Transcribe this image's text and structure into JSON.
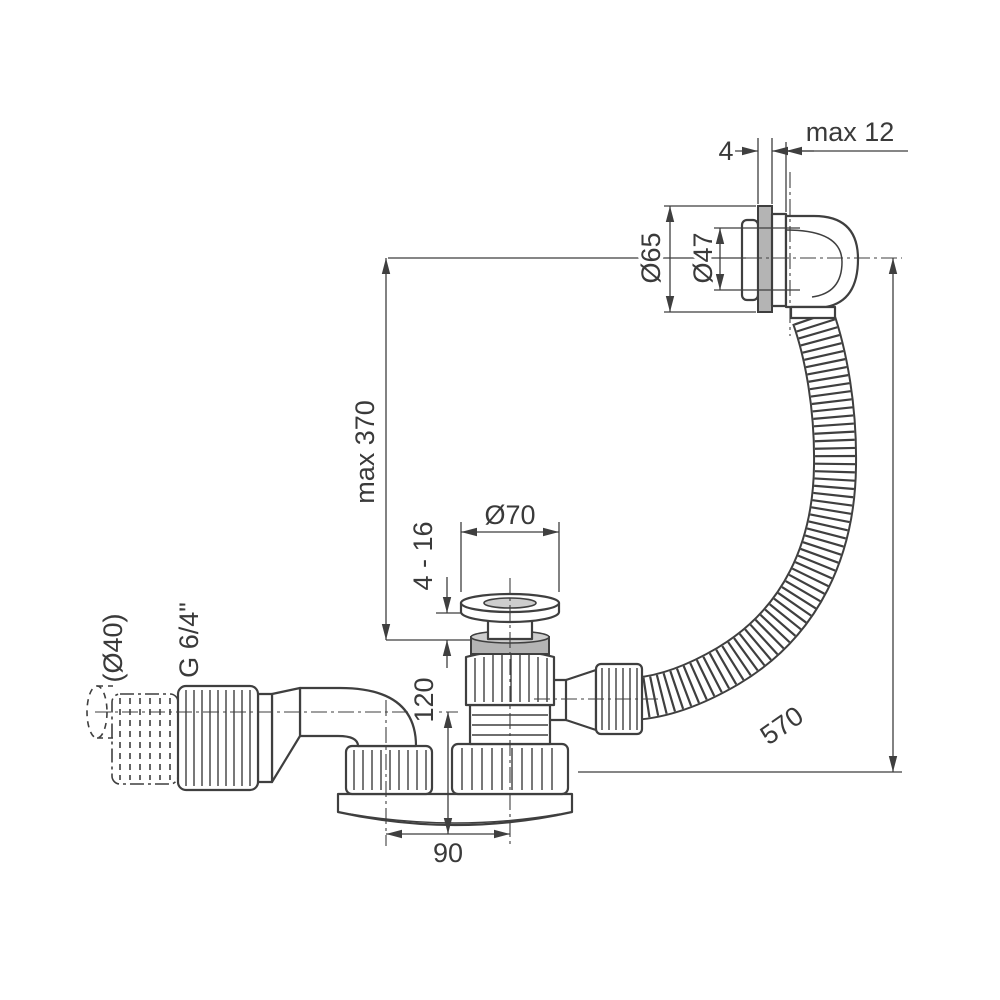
{
  "dims": {
    "gasket_thickness": "4",
    "wall_thickness": "max 12",
    "flange_diameter": "Ø65",
    "hole_diameter": "Ø47",
    "overflow_height": "max 370",
    "plug_diameter": "Ø70",
    "plug_lift_range": "4 - 16",
    "pipe_diameter_ref": "(Ø40)",
    "thread_size": "G 6/4\"",
    "body_height": "120",
    "outlet_offset": "90",
    "hose_length": "570"
  },
  "colors": {
    "line": "#3f3f3f",
    "gasket": "#b4b4b4",
    "text": "#3a3a3a"
  }
}
